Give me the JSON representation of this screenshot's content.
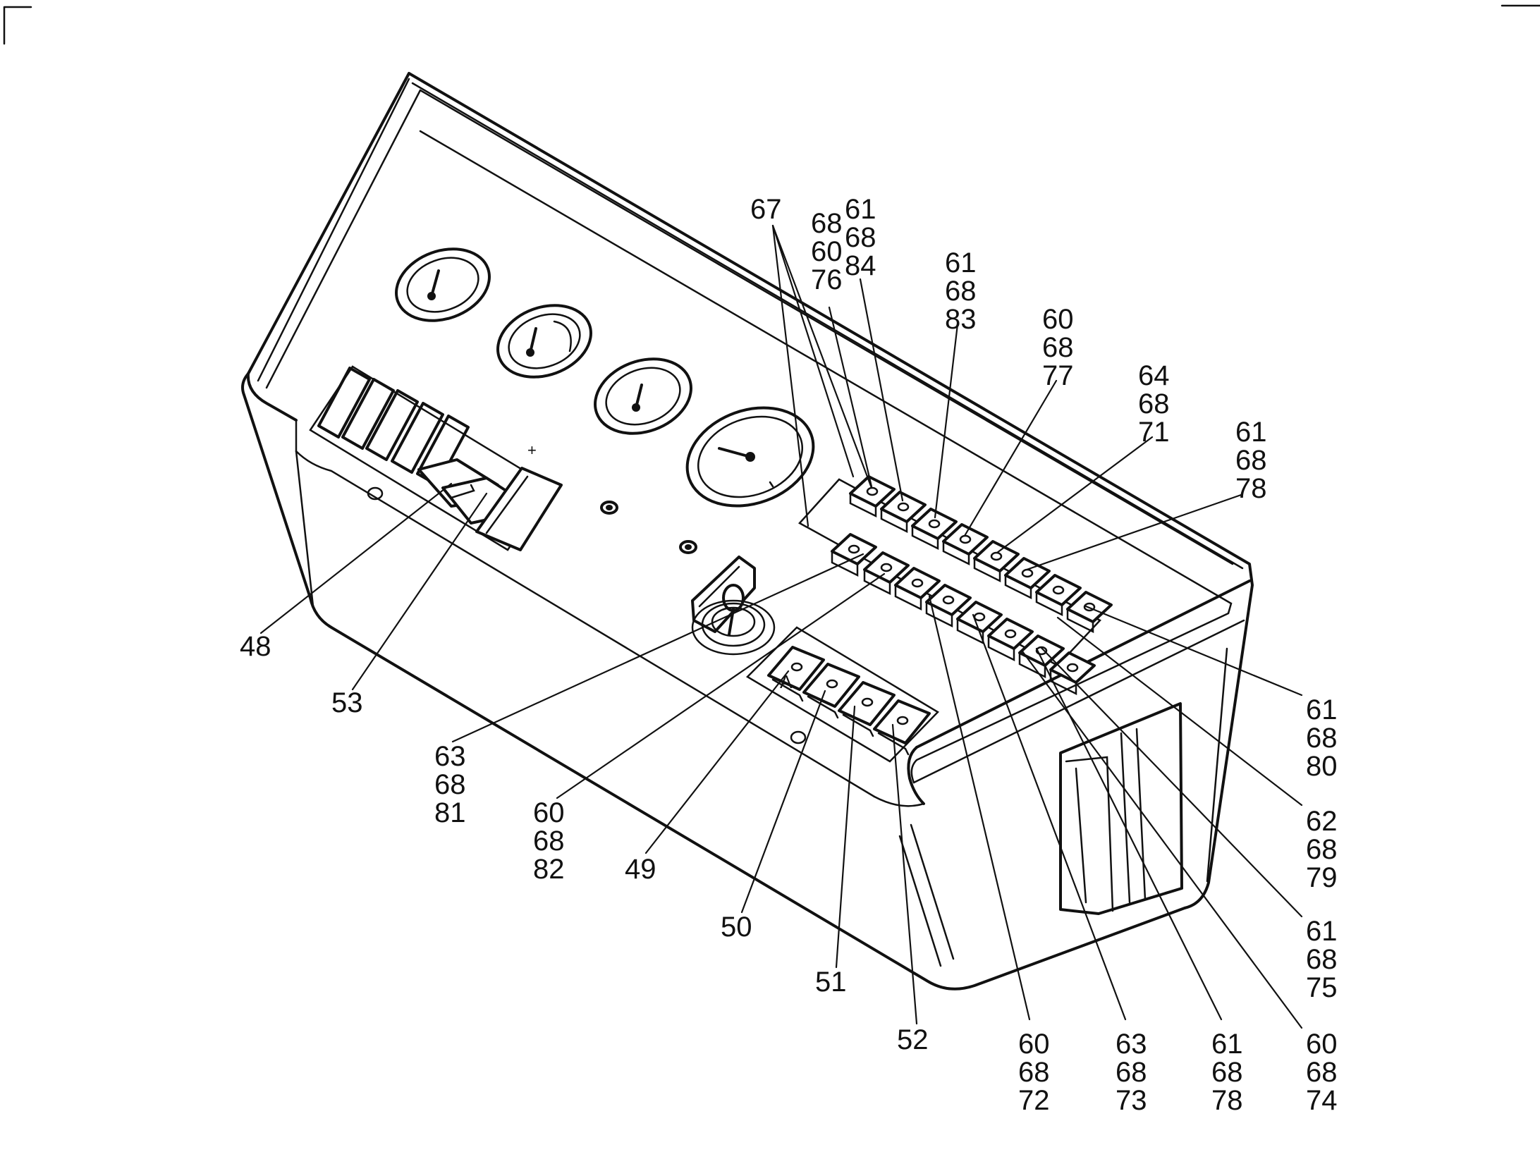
{
  "figure": {
    "type": "exploded-part-callout-diagram",
    "subject": "instrument console with gauges, key switch and rocker switches"
  },
  "callouts": [
    {
      "id": "c48",
      "lines": [
        "48"
      ]
    },
    {
      "id": "c53",
      "lines": [
        "53"
      ]
    },
    {
      "id": "c49",
      "lines": [
        "49"
      ]
    },
    {
      "id": "c50",
      "lines": [
        "50"
      ]
    },
    {
      "id": "c51",
      "lines": [
        "51"
      ]
    },
    {
      "id": "c52",
      "lines": [
        "52"
      ]
    },
    {
      "id": "c63a",
      "lines": [
        "63",
        "68",
        "81"
      ]
    },
    {
      "id": "c60a",
      "lines": [
        "60",
        "68",
        "82"
      ]
    },
    {
      "id": "c67",
      "lines": [
        "67"
      ]
    },
    {
      "id": "c76",
      "lines": [
        "68",
        "60",
        "76"
      ]
    },
    {
      "id": "c84",
      "lines": [
        "61",
        "68",
        "84"
      ]
    },
    {
      "id": "c83",
      "lines": [
        "61",
        "68",
        "83"
      ]
    },
    {
      "id": "c77",
      "lines": [
        "60",
        "68",
        "77"
      ]
    },
    {
      "id": "c71",
      "lines": [
        "64",
        "68",
        "71"
      ]
    },
    {
      "id": "c78a",
      "lines": [
        "61",
        "68",
        "78"
      ]
    },
    {
      "id": "c80",
      "lines": [
        "61",
        "68",
        "80"
      ]
    },
    {
      "id": "c79",
      "lines": [
        "62",
        "68",
        "79"
      ]
    },
    {
      "id": "c75",
      "lines": [
        "61",
        "68",
        "75"
      ]
    },
    {
      "id": "c74",
      "lines": [
        "60",
        "68",
        "74"
      ]
    },
    {
      "id": "c78b",
      "lines": [
        "61",
        "68",
        "78"
      ]
    },
    {
      "id": "c73",
      "lines": [
        "63",
        "68",
        "73"
      ]
    },
    {
      "id": "c72",
      "lines": [
        "60",
        "68",
        "72"
      ]
    }
  ],
  "panel_symbols": {
    "left_bank_mark": "+",
    "lower_bank_mark": "A"
  }
}
